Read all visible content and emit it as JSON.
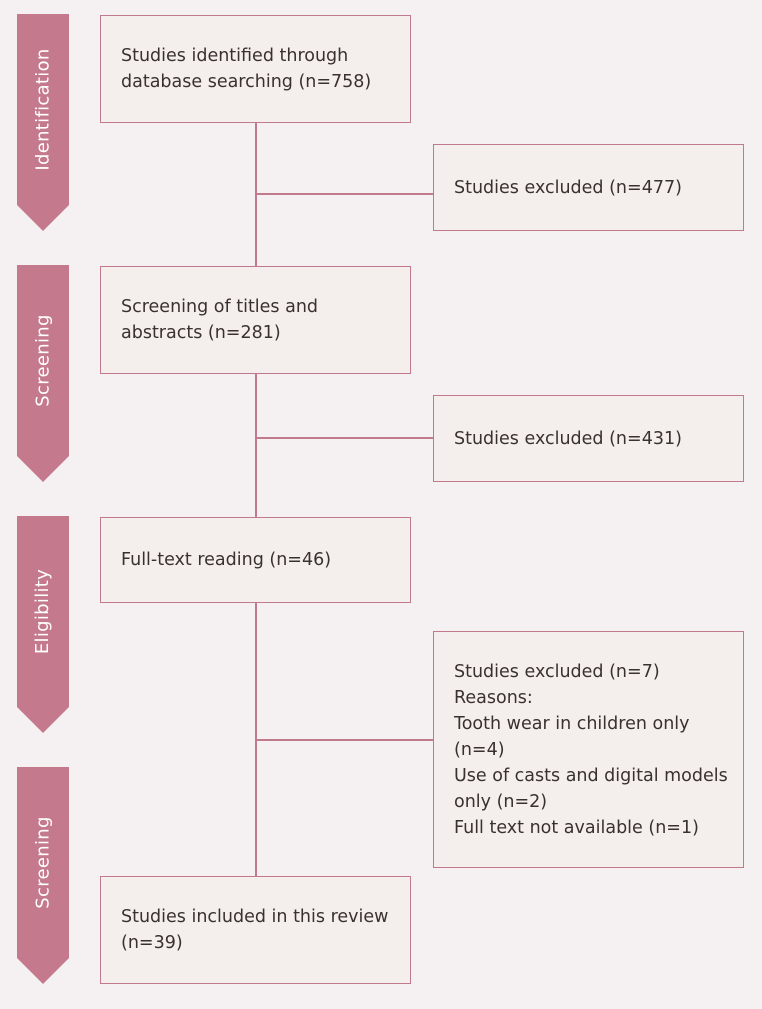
{
  "stages": [
    {
      "label": "Identification"
    },
    {
      "label": "Screening"
    },
    {
      "label": "Eligibility"
    },
    {
      "label": "Screening"
    }
  ],
  "main_boxes": [
    {
      "lines": [
        "Studies identified through",
        "database searching (n=758)"
      ]
    },
    {
      "lines": [
        "Screening of titles and",
        "abstracts (n=281)"
      ]
    },
    {
      "lines": [
        "Full-text reading (n=46)"
      ]
    },
    {
      "lines": [
        "Studies included in this review",
        "(n=39)"
      ]
    }
  ],
  "excluded_boxes": [
    {
      "lines": [
        "Studies excluded (n=477)"
      ]
    },
    {
      "lines": [
        "Studies excluded (n=431)"
      ]
    },
    {
      "lines": [
        "Studies excluded (n=7)",
        "Reasons:",
        "Tooth wear in children only",
        "(n=4)",
        "Use of casts and digital models",
        "only (n=2)",
        "Full text not available (n=1)"
      ]
    }
  ],
  "colors": {
    "stage_fill": "#c4798c",
    "box_border": "#c07a8c",
    "box_fill": "#f4efec",
    "background": "#f5f1f2"
  }
}
